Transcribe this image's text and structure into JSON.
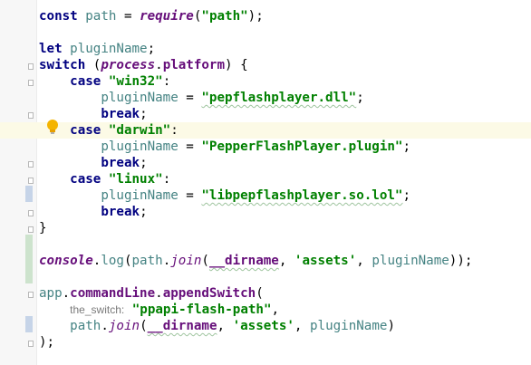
{
  "editor": {
    "intention_icon": "lightbulb-icon",
    "colors": {
      "keyword": "#000080",
      "string": "#008000",
      "identifier": "#458383",
      "function": "#660e7a",
      "highlight_line": "#fcfae6"
    },
    "lines": [
      {
        "parts": [
          {
            "t": "const",
            "c": "kw"
          },
          {
            "t": " "
          },
          {
            "t": "path",
            "c": "id"
          },
          {
            "t": " = "
          },
          {
            "t": "require",
            "c": "fnp"
          },
          {
            "t": "("
          },
          {
            "t": "\"path\"",
            "c": "str"
          },
          {
            "t": ");"
          }
        ]
      },
      {
        "parts": []
      },
      {
        "parts": [
          {
            "t": "let",
            "c": "kw"
          },
          {
            "t": " "
          },
          {
            "t": "pluginName",
            "c": "id"
          },
          {
            "t": ";"
          }
        ]
      },
      {
        "parts": [
          {
            "t": "switch",
            "c": "kw"
          },
          {
            "t": " ("
          },
          {
            "t": "process",
            "c": "fnp"
          },
          {
            "t": "."
          },
          {
            "t": "platform",
            "c": "prop"
          },
          {
            "t": ") {"
          }
        ]
      },
      {
        "parts": [
          {
            "t": "    "
          },
          {
            "t": "case",
            "c": "kw"
          },
          {
            "t": " "
          },
          {
            "t": "\"win32\"",
            "c": "str"
          },
          {
            "t": ":"
          }
        ]
      },
      {
        "parts": [
          {
            "t": "        "
          },
          {
            "t": "pluginName",
            "c": "id"
          },
          {
            "t": " = "
          },
          {
            "t": "\"pepflashplayer.dll\"",
            "c": "str wavy"
          },
          {
            "t": ";"
          }
        ]
      },
      {
        "parts": [
          {
            "t": "        "
          },
          {
            "t": "break",
            "c": "kw"
          },
          {
            "t": ";"
          }
        ]
      },
      {
        "parts": [
          {
            "t": "    "
          },
          {
            "t": "case",
            "c": "kw"
          },
          {
            "t": " "
          },
          {
            "t": "\"darwin\"",
            "c": "str"
          },
          {
            "t": ":"
          }
        ]
      },
      {
        "parts": [
          {
            "t": "        "
          },
          {
            "t": "pluginName",
            "c": "id"
          },
          {
            "t": " = "
          },
          {
            "t": "\"PepperFlashPlayer.plugin\"",
            "c": "str"
          },
          {
            "t": ";"
          }
        ]
      },
      {
        "parts": [
          {
            "t": "        "
          },
          {
            "t": "break",
            "c": "kw"
          },
          {
            "t": ";"
          }
        ]
      },
      {
        "parts": [
          {
            "t": "    "
          },
          {
            "t": "case",
            "c": "kw"
          },
          {
            "t": " "
          },
          {
            "t": "\"linux\"",
            "c": "str"
          },
          {
            "t": ":"
          }
        ]
      },
      {
        "parts": [
          {
            "t": "        "
          },
          {
            "t": "pluginName",
            "c": "id"
          },
          {
            "t": " = "
          },
          {
            "t": "\"libpepflashplayer.so.lol\"",
            "c": "str wavy"
          },
          {
            "t": ";"
          }
        ]
      },
      {
        "parts": [
          {
            "t": "        "
          },
          {
            "t": "break",
            "c": "kw"
          },
          {
            "t": ";"
          }
        ]
      },
      {
        "parts": [
          {
            "t": "}"
          }
        ]
      },
      {
        "parts": []
      },
      {
        "parts": [
          {
            "t": "console",
            "c": "fnp"
          },
          {
            "t": "."
          },
          {
            "t": "log",
            "c": "id"
          },
          {
            "t": "("
          },
          {
            "t": "path",
            "c": "id"
          },
          {
            "t": "."
          },
          {
            "t": "join",
            "c": "fn"
          },
          {
            "t": "("
          },
          {
            "t": "__dirname",
            "c": "prop wavy"
          },
          {
            "t": ", "
          },
          {
            "t": "'assets'",
            "c": "str"
          },
          {
            "t": ", "
          },
          {
            "t": "pluginName",
            "c": "id"
          },
          {
            "t": "));"
          }
        ]
      },
      {
        "parts": []
      },
      {
        "parts": [
          {
            "t": "app",
            "c": "id"
          },
          {
            "t": "."
          },
          {
            "t": "commandLine",
            "c": "prop"
          },
          {
            "t": "."
          },
          {
            "t": "appendSwitch",
            "c": "prop"
          },
          {
            "t": "("
          }
        ]
      },
      {
        "parts": [
          {
            "t": "    "
          },
          {
            "t": "the_switch:",
            "c": "hint"
          },
          {
            "t": " "
          },
          {
            "t": "\"ppapi-flash-path\"",
            "c": "str"
          },
          {
            "t": ","
          }
        ]
      },
      {
        "parts": [
          {
            "t": "    "
          },
          {
            "t": "path",
            "c": "id"
          },
          {
            "t": "."
          },
          {
            "t": "join",
            "c": "fn"
          },
          {
            "t": "("
          },
          {
            "t": "__dirname",
            "c": "prop wavy"
          },
          {
            "t": ", "
          },
          {
            "t": "'assets'",
            "c": "str"
          },
          {
            "t": ", "
          },
          {
            "t": "pluginName",
            "c": "id"
          },
          {
            "t": ")"
          }
        ]
      },
      {
        "parts": [
          {
            "t": ");"
          }
        ]
      }
    ]
  }
}
